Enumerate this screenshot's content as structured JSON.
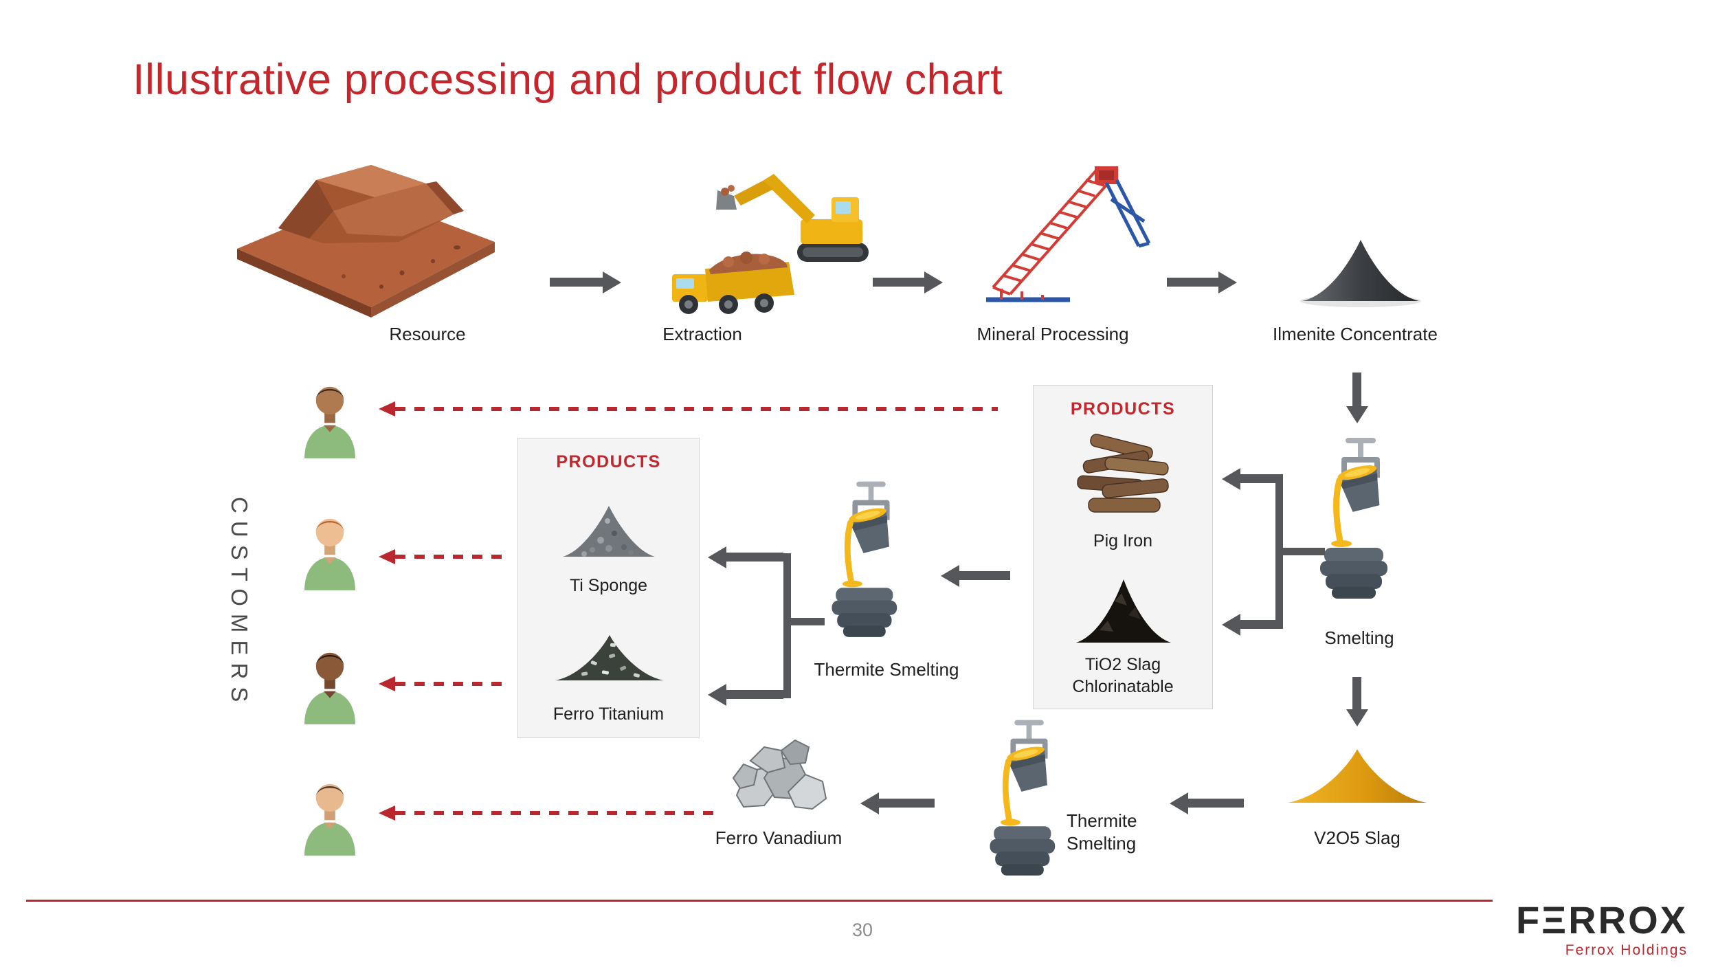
{
  "title": "Illustrative processing and product flow chart",
  "customers_section": {
    "label": "CUSTOMERS",
    "customer_count": 4
  },
  "stages": {
    "resource": "Resource",
    "extraction": "Extraction",
    "mineral_processing": "Mineral Processing",
    "ilmenite_concentrate": "Ilmenite Concentrate",
    "smelting": "Smelting",
    "thermite_smelting_center": "Thermite Smelting",
    "thermite_bottom_line1": "Thermite",
    "thermite_bottom_line2": "Smelting",
    "v2o5_slag": "V2O5 Slag",
    "ferro_vanadium": "Ferro Vanadium"
  },
  "products_right": {
    "header": "PRODUCTS",
    "pig_iron": "Pig Iron",
    "tio2_line1": "TiO2 Slag",
    "tio2_line2": "Chlorinatable"
  },
  "products_left": {
    "header": "PRODUCTS",
    "ti_sponge": "Ti Sponge",
    "ferro_titanium": "Ferro Titanium"
  },
  "footer": {
    "page_number": "30",
    "logo_text": "FΞRROX",
    "logo_subtitle": "Ferrox Holdings"
  },
  "icons": {
    "resource": "mine-terrain-illustration",
    "extraction": "excavator-and-dump-truck-illustration",
    "mineral_processing": "conveyor-stacker-illustration",
    "ilmenite_concentrate": "dark-mineral-pile-illustration",
    "smelting": "pouring-ladle-with-ingot-stack-illustration",
    "pig_iron": "brown-ingots-illustration",
    "tio2_slag": "black-slag-pile-illustration",
    "v2o5_slag": "orange-slag-pile-illustration",
    "ti_sponge": "gray-gravel-pile-illustration",
    "ferro_titanium": "dark-flake-pile-illustration",
    "ferro_vanadium": "gray-rocks-illustration",
    "customer": "person-avatar-icon"
  },
  "colors": {
    "title_red": "#c1272d",
    "accent_red": "#b9282e",
    "arrow_gray": "#55575a",
    "box_gray": "#f4f4f4"
  }
}
